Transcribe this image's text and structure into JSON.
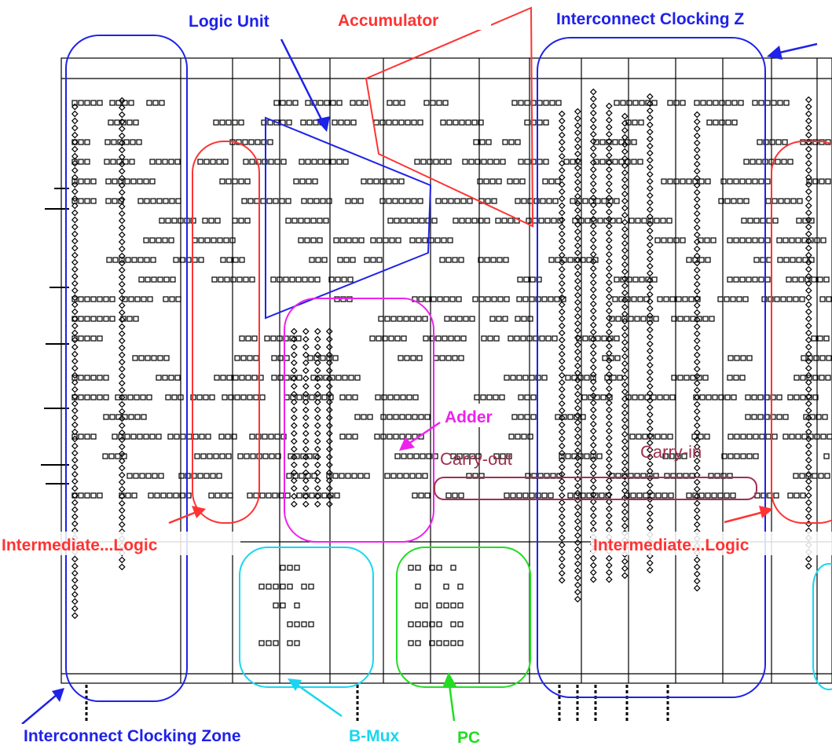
{
  "labels": {
    "logic_unit": "Logic Unit",
    "accumulator": "Accumulator",
    "interconnect_top": "Interconnect Clocking Z",
    "interconnect_bottom": "Interconnect Clocking Zone",
    "adder": "Adder",
    "carry_out": "Carry-out",
    "carry_in": "Carry-in",
    "intermediate_left": "Intermediate...Logic",
    "intermediate_right": "Intermediate...Logic",
    "bmux": "B-Mux",
    "pc": "PC"
  },
  "colors": {
    "blue": "#1f22e8",
    "red": "#ff3333",
    "magenta": "#ee22ee",
    "cyan": "#19d6f0",
    "green": "#22dd22",
    "maroon": "#a03050",
    "circuit": "#000000"
  }
}
